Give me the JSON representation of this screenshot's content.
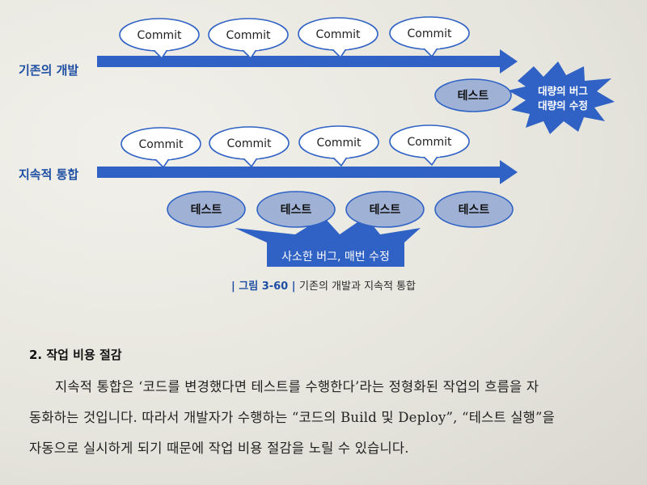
{
  "diagram": {
    "traditional_label": "기존의 개발",
    "ci_label": "지속적 통합",
    "commit_label": "Commit",
    "test_label": "테스트",
    "burst_line1": "대량의 버그",
    "burst_line2": "대량의 수정",
    "callout_text": "사소한 버그, 매번 수정"
  },
  "caption": {
    "label": "그림 3-60",
    "text": "기존의 개발과 지속적 통합"
  },
  "section": {
    "title": "2. 작업 비용 절감",
    "lines": [
      "지속적 통합은 ‘코드를 변경했다면 테스트를 수행한다’라는 정형화된 작업의 흐름을 자",
      "동화하는 것입니다. 따라서 개발자가 수행하는 “코드의 Build 및 Deploy”, “테스트 실행”을",
      "자동으로 실시하게 되기 때문에 작업 비용 절감을 노릴 수 있습니다."
    ]
  },
  "colors": {
    "arrow_blue": "#2f62c4",
    "ellipse_fill": "#9fb2d6",
    "label_blue": "#1f4fa3"
  }
}
